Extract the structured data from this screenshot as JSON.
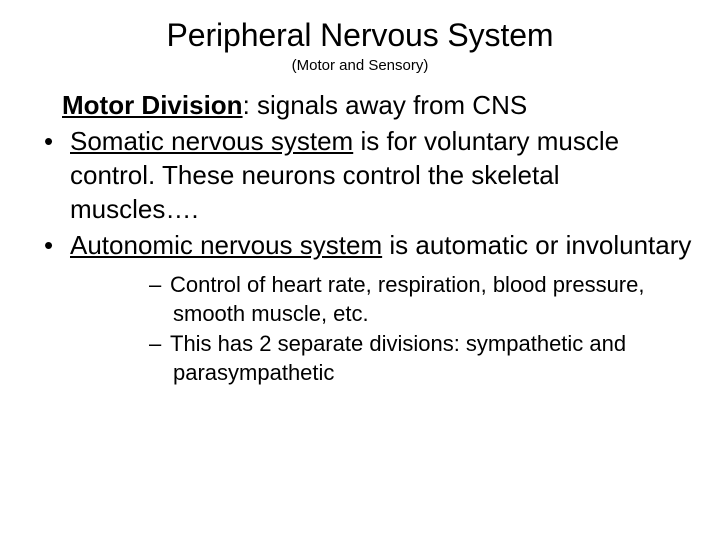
{
  "slide": {
    "title": "Peripheral Nervous System",
    "subtitle": "(Motor and Sensory)",
    "section_heading": {
      "lead": "Motor Division",
      "rest": ": signals away from CNS"
    },
    "bullet_glyph": "•",
    "dash_glyph": "–",
    "bullets": [
      {
        "underlined_lead": "Somatic nervous system",
        "rest": " is for voluntary muscle control.  These neurons control the skeletal muscles….",
        "sub_bullets": []
      },
      {
        "underlined_lead": "Autonomic nervous system",
        "rest": " is automatic or involuntary",
        "sub_bullets": [
          "Control of heart rate, respiration, blood pressure, smooth muscle, etc.",
          "This has 2 separate divisions: sympathetic and parasympathetic"
        ]
      }
    ]
  },
  "colors": {
    "background": "#ffffff",
    "text": "#000000"
  }
}
